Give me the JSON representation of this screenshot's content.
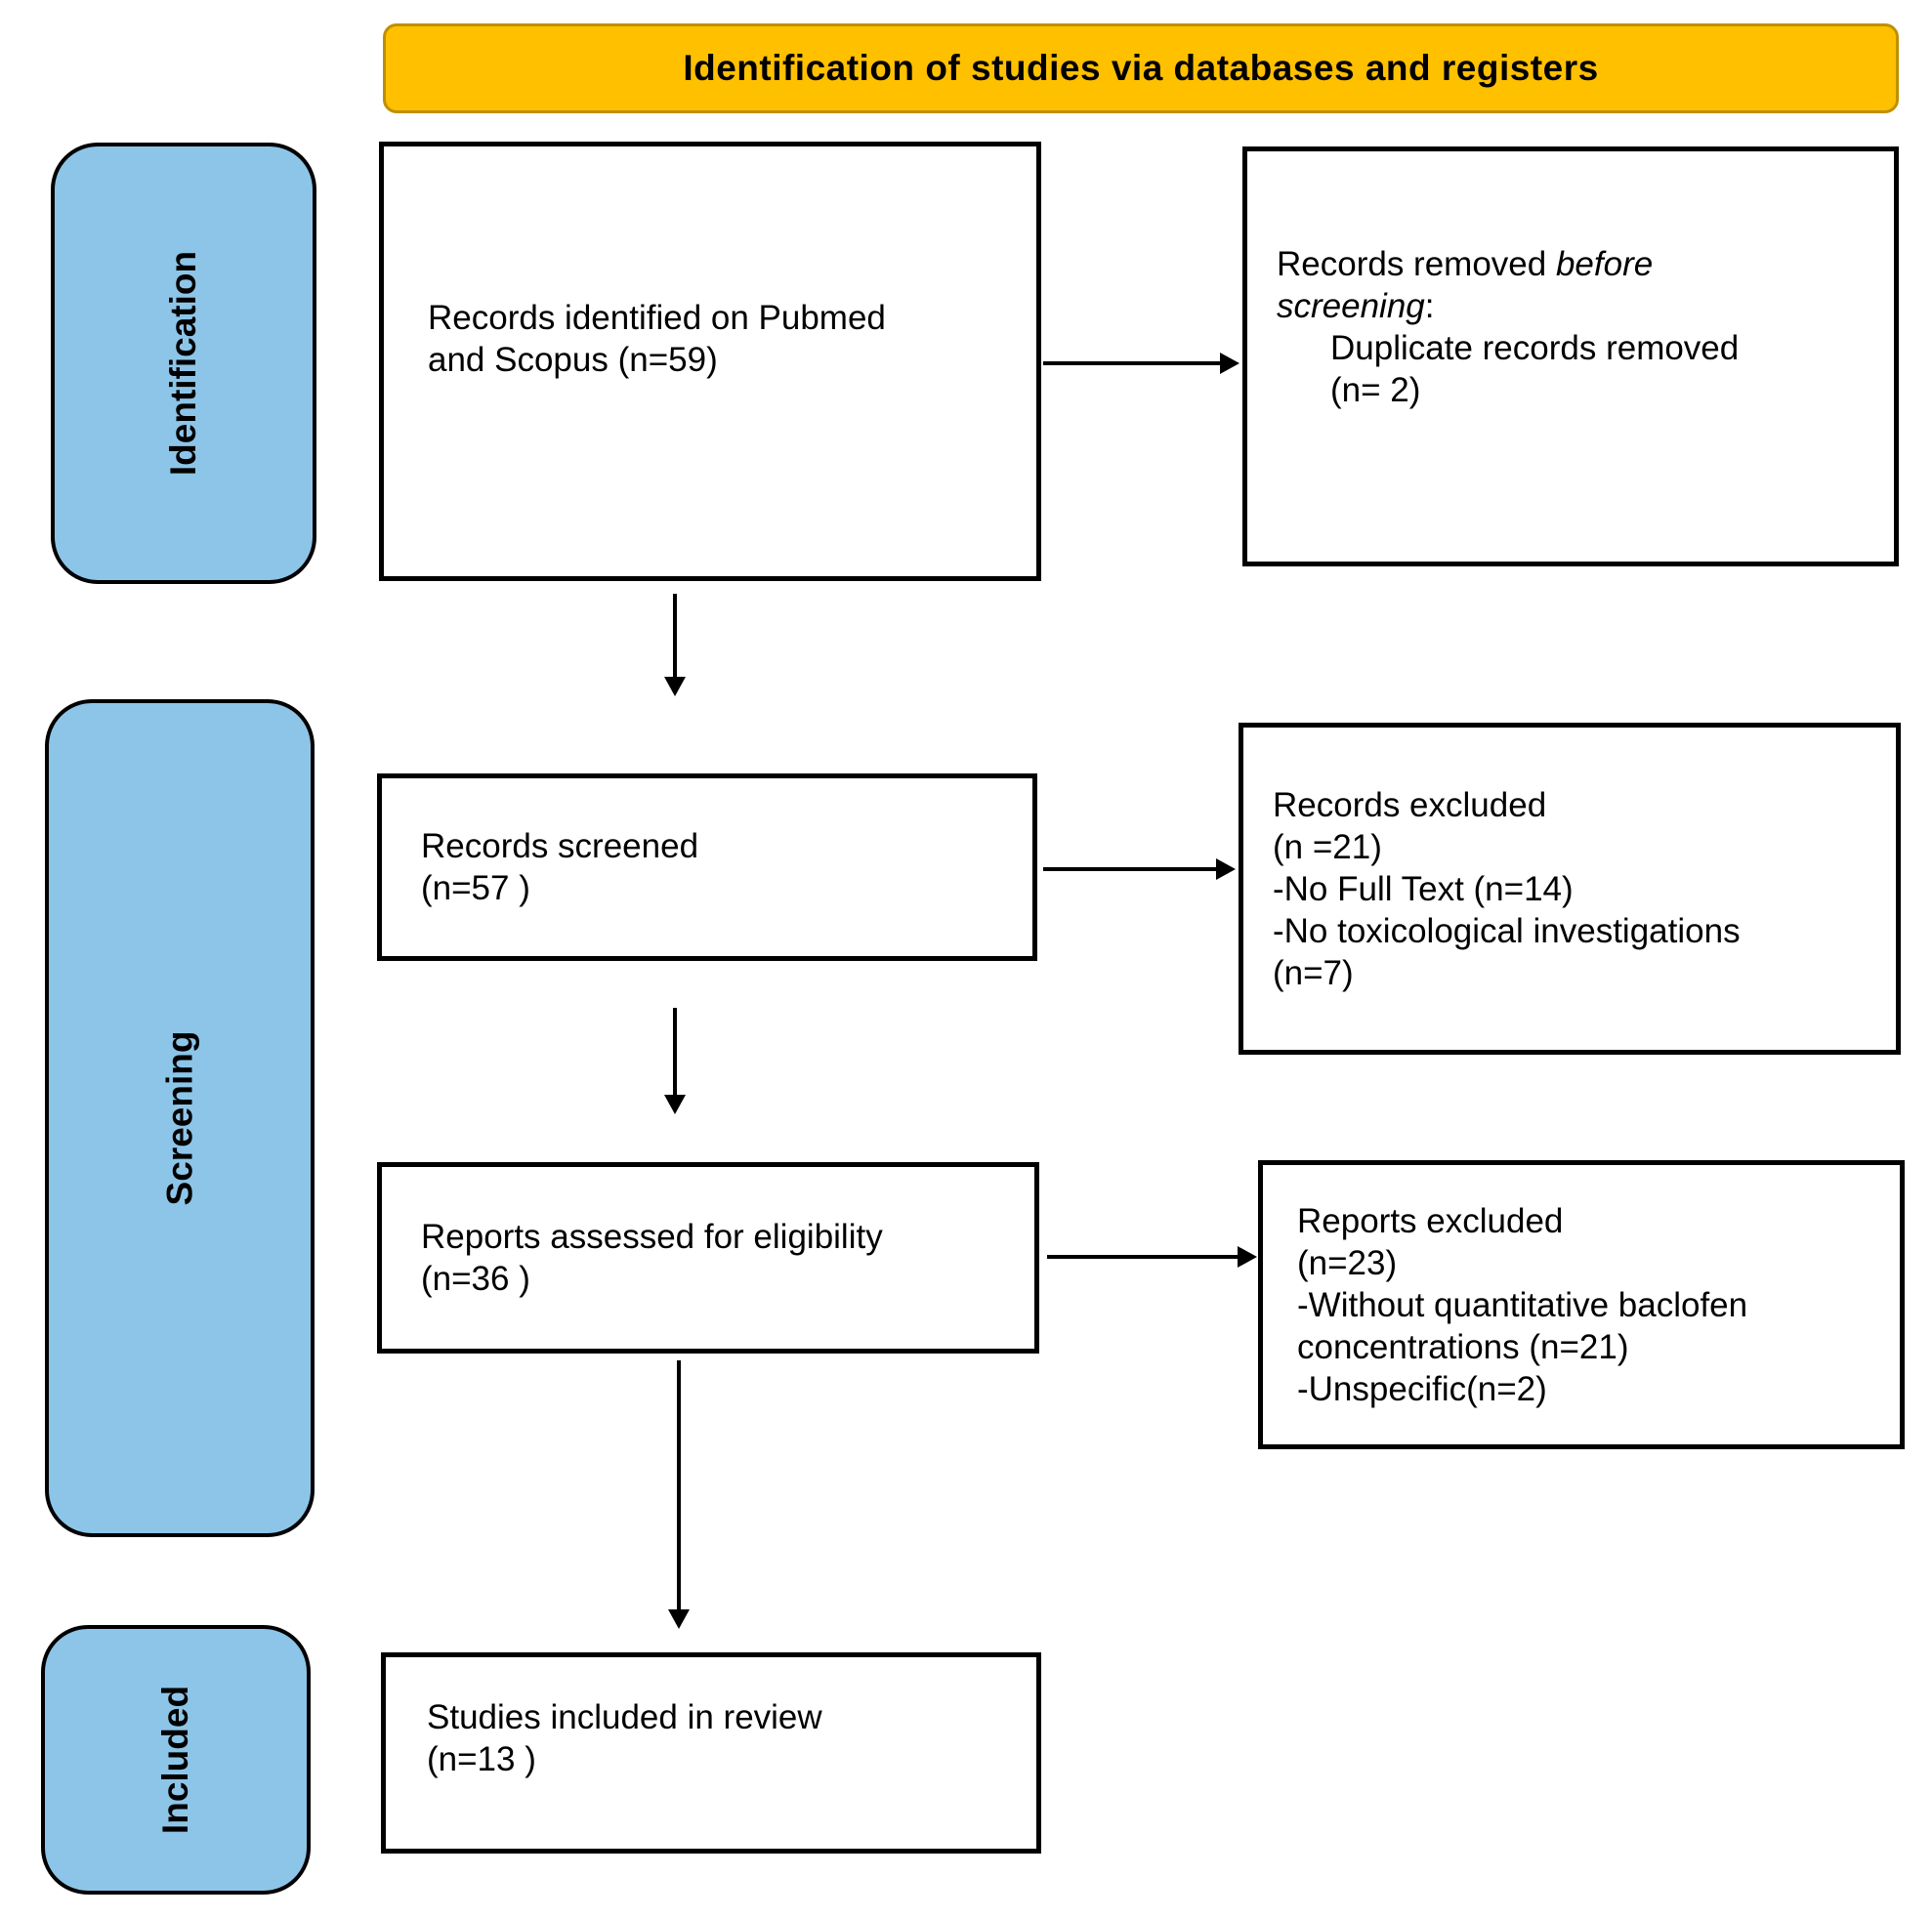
{
  "header": {
    "title": "Identification of studies via databases and registers"
  },
  "stages": [
    {
      "label": "Identification"
    },
    {
      "label": "Screening"
    },
    {
      "label": "Included"
    }
  ],
  "boxes": {
    "identified": {
      "lines": [
        "Records identified on Pubmed",
        "and Scopus (n=59)"
      ]
    },
    "removed_before": {
      "line1_text": "Records removed ",
      "line1_italic": "before",
      "line2_italic": "screening",
      "line2_text": ":",
      "indent_lines": [
        "Duplicate records removed",
        "(n= 2)"
      ]
    },
    "screened": {
      "lines": [
        "Records screened",
        "(n=57 )"
      ]
    },
    "records_excluded": {
      "lines": [
        "Records excluded",
        "(n =21)",
        "-No Full Text (n=14)",
        "-No toxicological investigations",
        "(n=7)"
      ]
    },
    "assessed": {
      "lines": [
        "Reports assessed for eligibility",
        "(n=36 )"
      ]
    },
    "reports_excluded": {
      "lines": [
        "Reports excluded",
        "(n=23)",
        "-Without quantitative baclofen",
        "concentrations (n=21)",
        "-Unspecific(n=2)"
      ]
    },
    "included": {
      "lines": [
        "Studies included in review",
        "(n=13 )"
      ]
    }
  },
  "colors": {
    "header_bg": "#FFC000",
    "header_border": "#BF9000",
    "stage_bg": "#8DC5E8",
    "stage_border": "#000000",
    "box_bg": "#FFFFFF",
    "box_border": "#000000",
    "arrow": "#000000",
    "text": "#000000"
  }
}
